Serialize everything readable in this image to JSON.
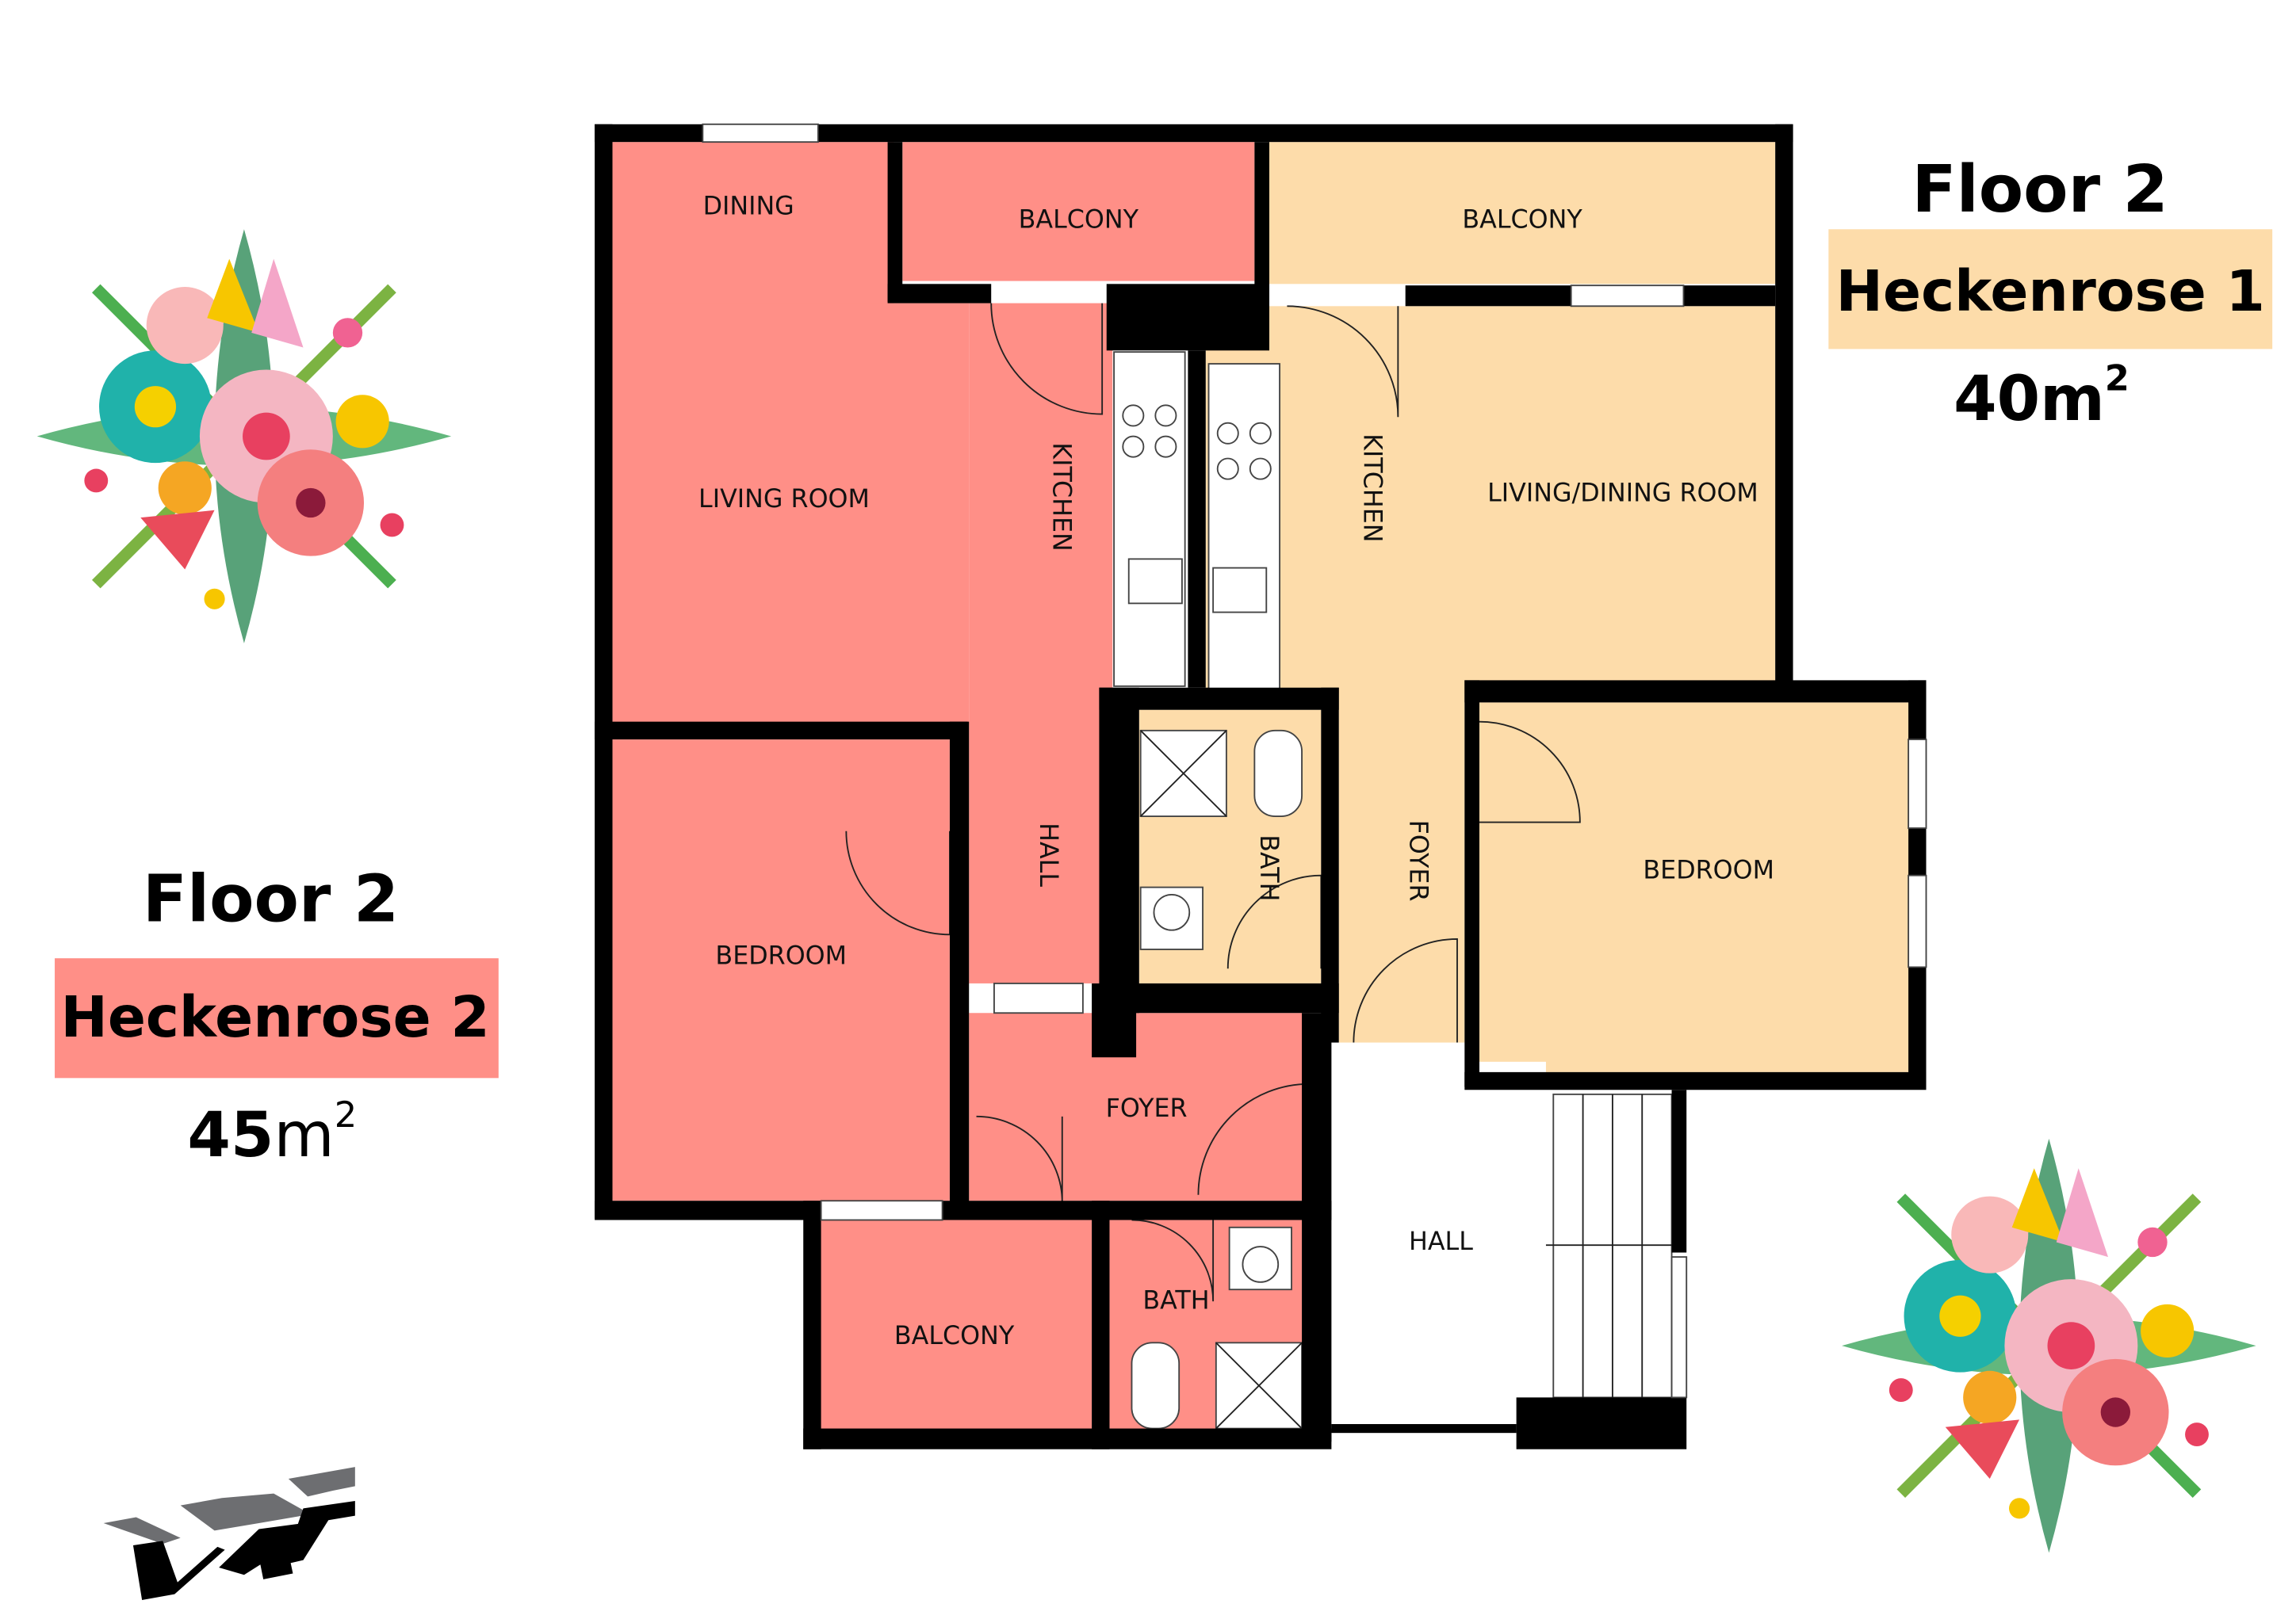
{
  "colors": {
    "unit2": "#FF8F87",
    "unit1": "#FDDCAA",
    "wall": "#000000",
    "logo_gray": "#6D6E71"
  },
  "unit_left": {
    "floor": "Floor 2",
    "name": "Heckenrose 2",
    "area_number": "45",
    "area_unit": "m",
    "area_sup": "2"
  },
  "unit_right": {
    "floor": "Floor 2",
    "name": "Heckenrose 1",
    "area_number": "40",
    "area_unit": "m",
    "area_sup": "2"
  },
  "rooms_left": {
    "dining": "DINING",
    "balcony_top": "BALCONY",
    "living": "LIVING ROOM",
    "kitchen": "KITCHEN",
    "hall": "HALL",
    "bedroom": "BEDROOM",
    "foyer": "FOYER",
    "balcony_bottom": "BALCONY",
    "bath": "BATH"
  },
  "rooms_right": {
    "balcony": "BALCONY",
    "kitchen": "KITCHEN",
    "living_dining": "LIVING/DINING ROOM",
    "bath": "BATH",
    "foyer": "FOYER",
    "bedroom": "BEDROOM"
  },
  "common": {
    "hall": "HALL"
  },
  "logo": {
    "text": "VRF"
  },
  "icons": [
    "flower-bouquet-icon",
    "vrf-logo"
  ]
}
